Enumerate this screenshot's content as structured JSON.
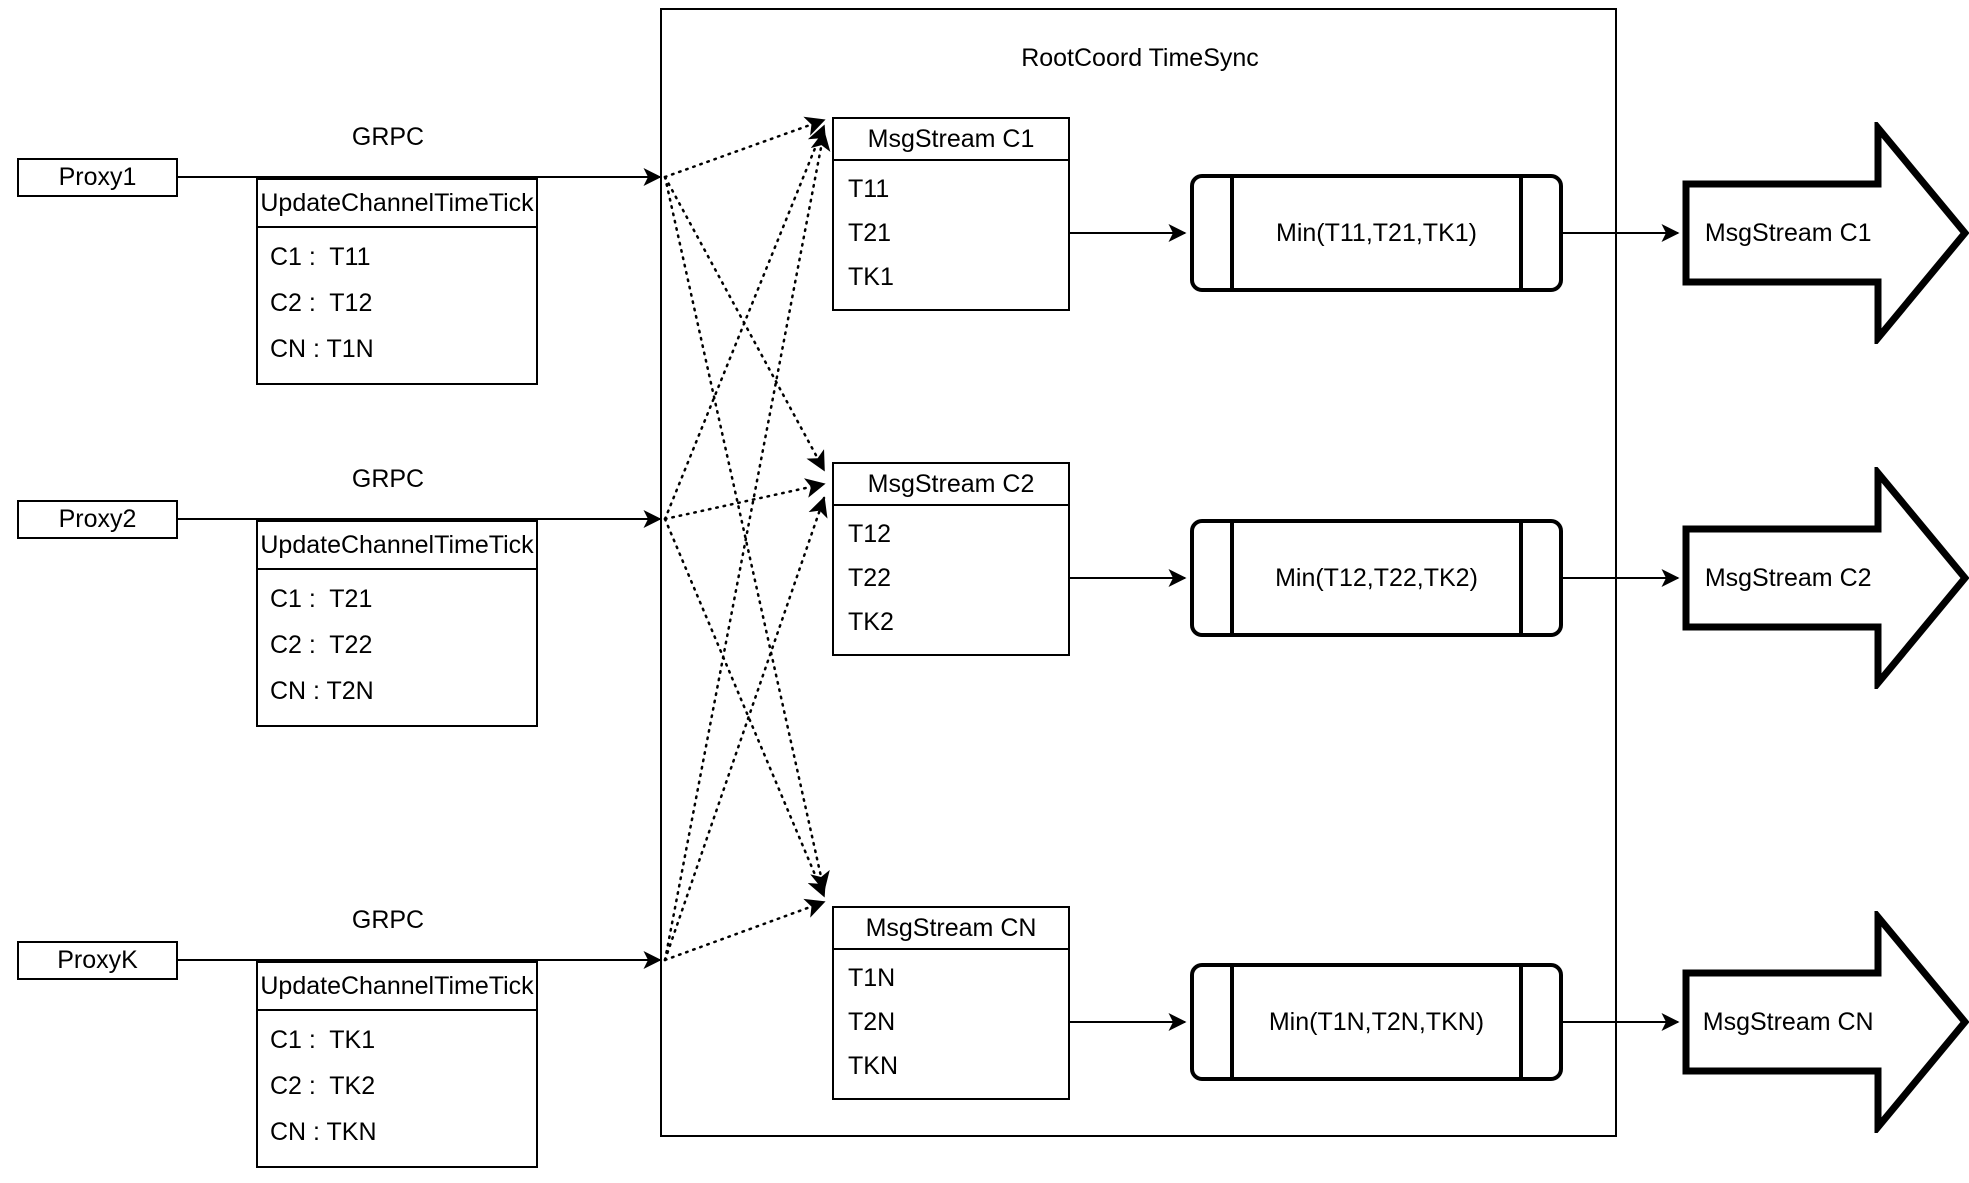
{
  "diagram": {
    "container_title": "RootCoord TimeSync",
    "link_label": "GRPC"
  },
  "proxies": [
    {
      "name": "Proxy1",
      "rpc_label": "GRPC",
      "table_header": "UpdateChannelTimeTick",
      "rows": [
        "C1 :  T11",
        "C2 :  T12",
        "CN : T1N"
      ]
    },
    {
      "name": "Proxy2",
      "rpc_label": "GRPC",
      "table_header": "UpdateChannelTimeTick",
      "rows": [
        "C1 :  T21",
        "C2 :  T22",
        "CN : T2N"
      ]
    },
    {
      "name": "ProxyK",
      "rpc_label": "GRPC",
      "table_header": "UpdateChannelTimeTick",
      "rows": [
        "C1 :  TK1",
        "C2 :  TK2",
        "CN : TKN"
      ]
    }
  ],
  "channels": [
    {
      "msgstream_header": "MsgStream C1",
      "msgstream_rows": [
        "T11",
        "T21",
        "TK1"
      ],
      "min_label": "Min(T11,T21,TK1)",
      "output_label": "MsgStream C1"
    },
    {
      "msgstream_header": "MsgStream C2",
      "msgstream_rows": [
        "T12",
        "T22",
        "TK2"
      ],
      "min_label": "Min(T12,T22,TK2)",
      "output_label": "MsgStream C2"
    },
    {
      "msgstream_header": "MsgStream CN",
      "msgstream_rows": [
        "T1N",
        "T2N",
        "TKN"
      ],
      "min_label": "Min(T1N,T2N,TKN)",
      "output_label": "MsgStream CN"
    }
  ],
  "colors": {
    "stroke": "#000000",
    "background": "#ffffff"
  }
}
